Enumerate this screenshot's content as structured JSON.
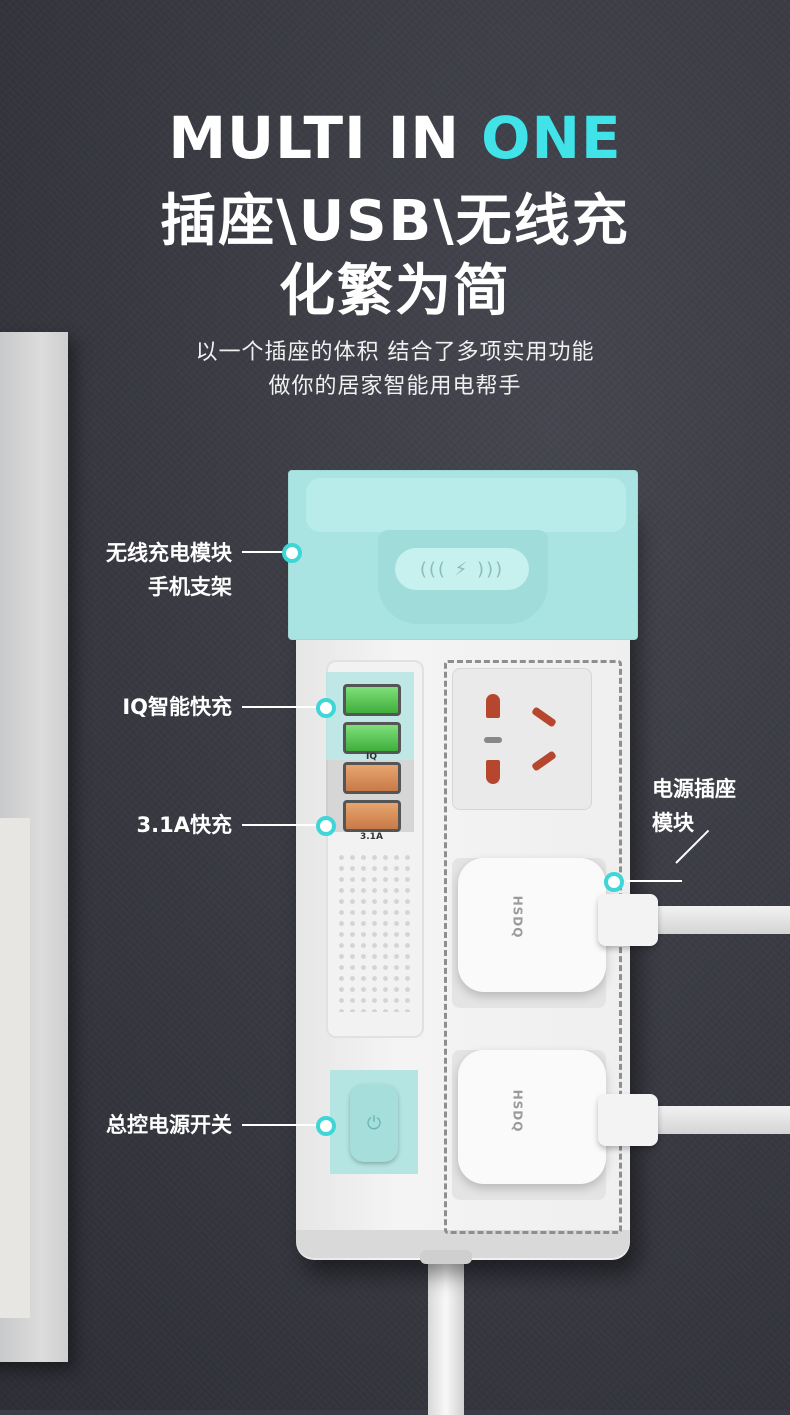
{
  "header": {
    "headline_white": "MULTI IN ",
    "headline_accent": "ONE",
    "line1": "插座\\USB\\无线充",
    "line2": "化繁为简",
    "desc1": "以一个插座的体积 结合了多项实用功能",
    "desc2": "做你的居家智能用电帮手"
  },
  "callouts": {
    "wireless": {
      "line1": "无线充电模块",
      "line2": "手机支架"
    },
    "iq": "IQ智能快充",
    "fast": "3.1A快充",
    "socket": {
      "line1": "电源插座",
      "line2": "模块"
    },
    "switch": "总控电源开关"
  },
  "product": {
    "port_label_iq": "IQ",
    "port_label_fast": "3.1A",
    "plug_brand": "HSDQ",
    "wireless_logo": "((( ⚡ )))",
    "switch_icon": "power-icon"
  },
  "colors": {
    "accent": "#3fe3e8",
    "teal": "#a9e4e2",
    "background": "#3a3b44"
  }
}
